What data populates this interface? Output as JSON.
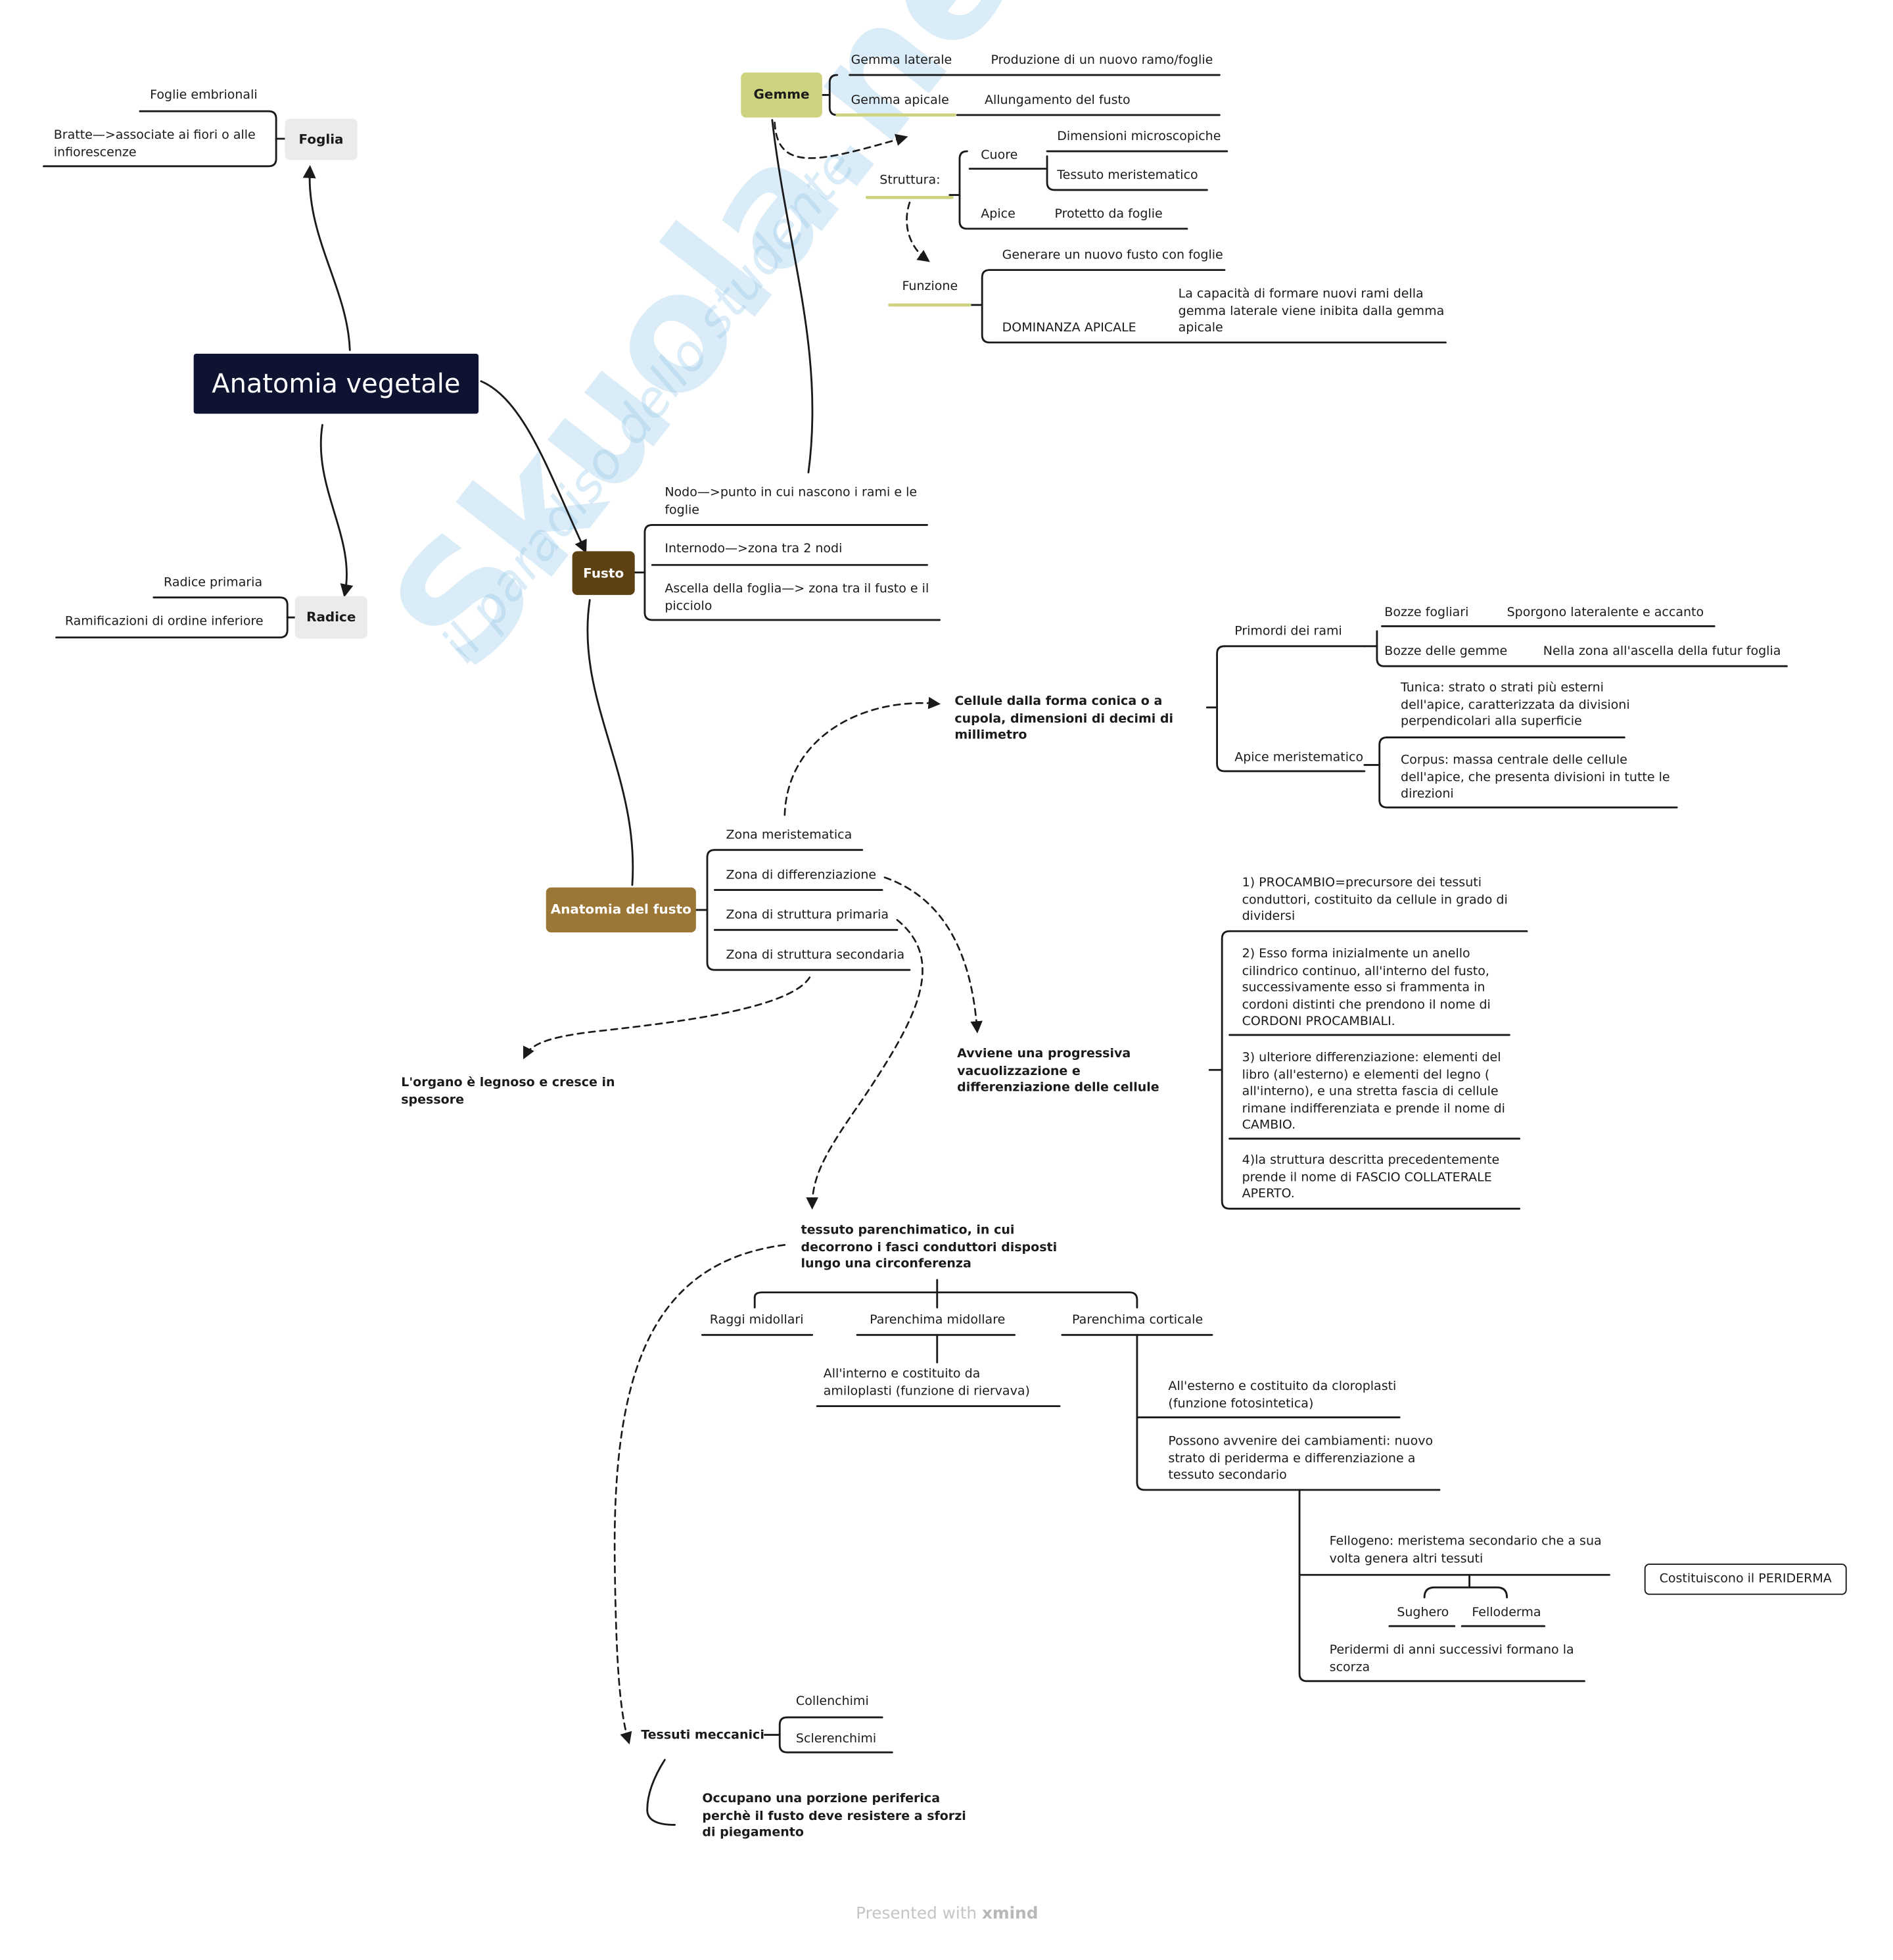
{
  "watermark": {
    "brand": "Skuola.net",
    "tagline": "il paradiso dello studente"
  },
  "central": "Anatomia vegetale",
  "foglia": {
    "label": "Foglia",
    "children": [
      "Foglie embrionali",
      "Bratte—>associate ai fiori o alle infiorescenze"
    ]
  },
  "radice": {
    "label": "Radice",
    "children": [
      "Radice primaria",
      "Ramificazioni di ordine inferiore"
    ]
  },
  "gemme": {
    "label": "Gemme",
    "laterale": "Gemma laterale",
    "laterale_desc": "Produzione di un nuovo ramo/foglie",
    "apicale": "Gemma apicale",
    "apicale_desc": "Allungamento del fusto",
    "struttura": "Struttura:",
    "cuore": "Cuore",
    "cuore_children": [
      "Dimensioni microscopiche",
      "Tessuto meristematico"
    ],
    "apice": "Apice",
    "apice_desc": "Protetto da foglie",
    "funzione": "Funzione",
    "funzione_children": [
      "Generare un nuovo fusto con foglie",
      "DOMINANZA APICALE"
    ],
    "dominanza_desc": "La capacità di formare nuovi rami della gemma laterale viene inibita dalla gemma apicale"
  },
  "fusto": {
    "label": "Fusto",
    "children": [
      "Nodo—>punto in cui nascono i rami e le foglie",
      "Internodo—>zona tra 2 nodi",
      "Ascella della foglia—> zona tra il fusto e il picciolo"
    ]
  },
  "anatomia_fusto": {
    "label": "Anatomia del fusto",
    "zones": [
      "Zona meristematica",
      "Zona di differenziazione",
      "Zona di struttura primaria",
      "Zona di struttura secondaria"
    ]
  },
  "meristematica": {
    "cellule": "Cellule dalla forma conica o a cupola, dimensioni di decimi di millimetro",
    "primordi": "Primordi dei rami",
    "bozze_fogliari": "Bozze fogliari",
    "bozze_fogliari_desc": "Sporgono lateralente e accanto",
    "bozze_gemme": "Bozze delle gemme",
    "bozze_gemme_desc": "Nella zona all'ascella della futur foglia",
    "apice_meristematico": "Apice meristematico",
    "tunica": "Tunica: strato o strati più esterni dell'apice, caratterizzata da divisioni perpendicolari alla superficie",
    "corpus": "Corpus: massa centrale delle cellule dell'apice, che presenta divisioni in tutte le direzioni"
  },
  "differenziazione": {
    "desc": "Avviene una progressiva vacuolizzazione e differenziazione delle cellule",
    "steps": [
      "1) PROCAMBIO=precursore dei tessuti conduttori, costituito da cellule in grado di dividersi",
      "2) Esso forma inizialmente un anello cilindrico continuo, all'interno del fusto, successivamente esso si frammenta in cordoni distinti che prendono il nome di CORDONI PROCAMBIALI.",
      "3) ulteriore differenziazione: elementi del libro (all'esterno) e elementi del legno ( all'interno),  e una stretta fascia di cellule rimane indifferenziata e prende il nome di CAMBIO.",
      "4)la struttura descritta precedentemente prende il nome di FASCIO COLLATERALE APERTO."
    ]
  },
  "secondaria": {
    "desc": "L'organo è legnoso e cresce in spessore"
  },
  "primaria": {
    "tessuto": "tessuto parenchimatico, in cui decorrono i fasci conduttori disposti lungo una circonferenza",
    "raggi": "Raggi midollari",
    "midollare": "Parenchima midollare",
    "midollare_desc": "All'interno e costituito da amiloplasti (funzione di riervava)",
    "corticale": "Parenchima corticale",
    "corticale_children": [
      "All'esterno e costituito da cloroplasti (funzione fotosintetica)",
      "Possono avvenire dei cambiamenti: nuovo strato di periderma e differenziazione a tessuto secondario"
    ],
    "fellogeno": "Fellogeno: meristema secondario che a sua volta genera altri tessuti",
    "sughero": "Sughero",
    "felloderma": "Felloderma",
    "peridermi": "Peridermi di anni successivi formano la scorza",
    "periderma": "Costituiscono il PERIDERMA"
  },
  "meccanici": {
    "label": "Tessuti meccanici",
    "children": [
      "Collenchimi",
      "Sclerenchimi"
    ],
    "desc": "Occupano una porzione periferica perchè il fusto deve resistere a sforzi di piegamento"
  },
  "footer": {
    "prefix": "Presented with",
    "brand": "xmind"
  }
}
